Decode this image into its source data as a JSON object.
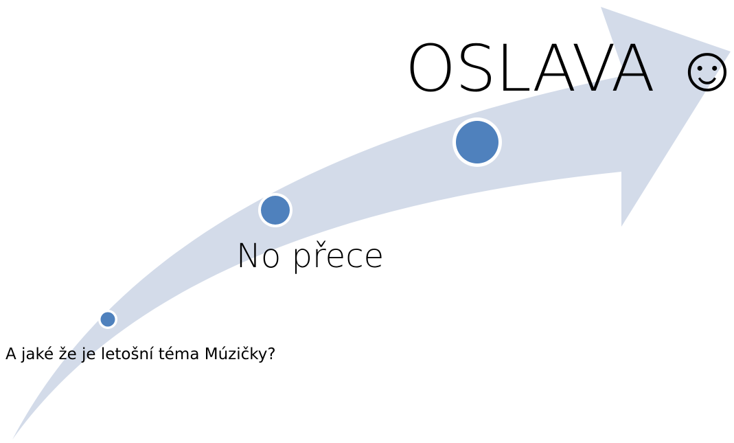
{
  "colors": {
    "arrow_fill": "#d3dbe9",
    "dot_fill": "#4f81bd",
    "dot_ring": "#ffffff",
    "text": "#000000"
  },
  "steps": [
    {
      "label": "A jaké že je letošní téma Múzičky?"
    },
    {
      "label": "No přece"
    },
    {
      "label": "OSLAVA ☺"
    }
  ]
}
